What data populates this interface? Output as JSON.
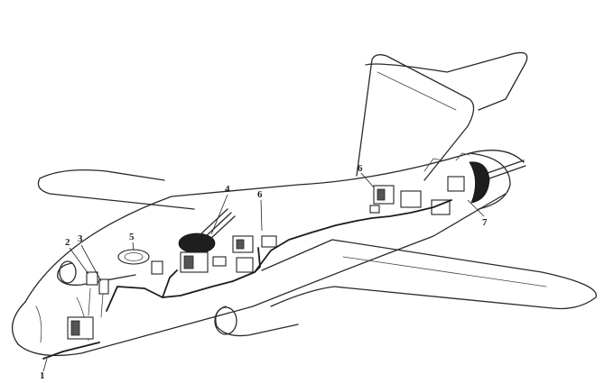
{
  "callouts": {
    "c1": "1",
    "c2": "2",
    "c3": "3",
    "c4": "4",
    "c5": "5",
    "c6a": "6",
    "c6b": "6",
    "c7": "7"
  }
}
